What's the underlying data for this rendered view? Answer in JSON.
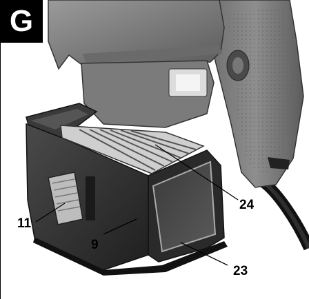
{
  "figure": {
    "badge": "G",
    "callouts": [
      {
        "id": "callout-24",
        "label": "24"
      },
      {
        "id": "callout-11",
        "label": "11"
      },
      {
        "id": "callout-9",
        "label": "9"
      },
      {
        "id": "callout-23",
        "label": "23"
      }
    ]
  }
}
